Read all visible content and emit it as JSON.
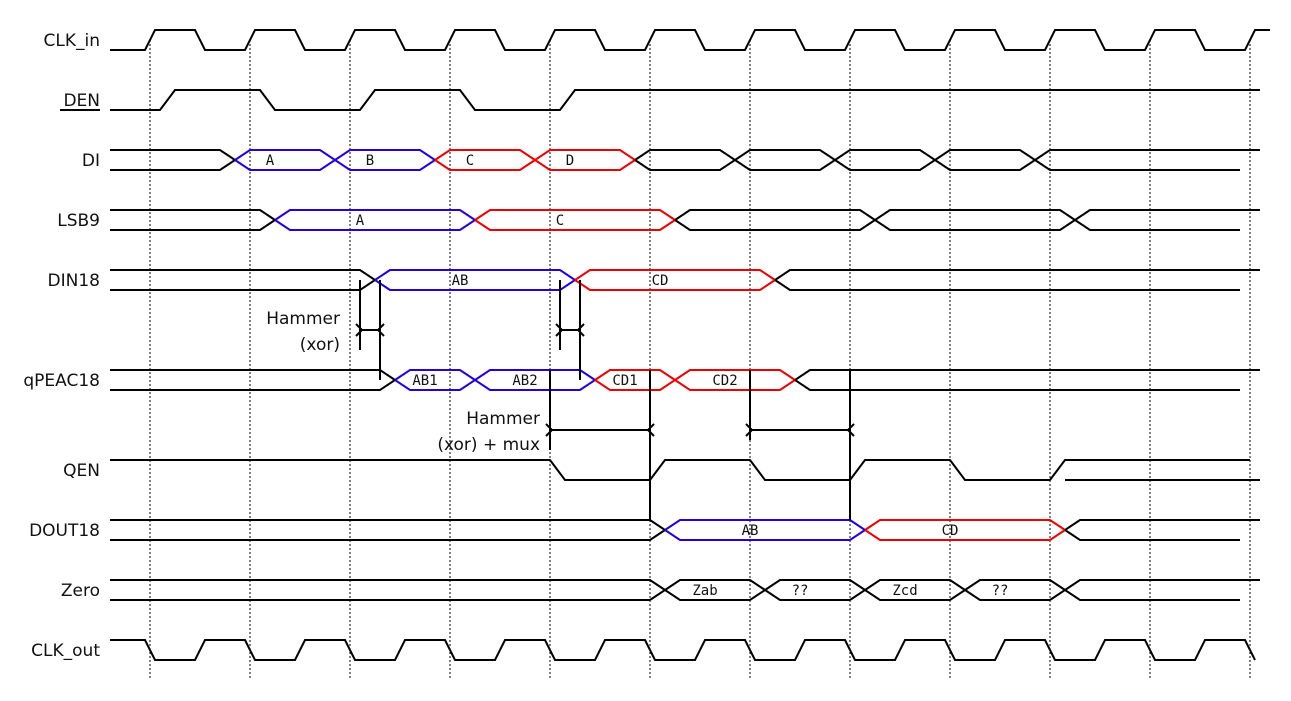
{
  "diagram_title": "",
  "colors": {
    "default": "#000000",
    "blue": "#2200dd",
    "red": "#ee0000"
  },
  "time": {
    "start": 0,
    "end": 11.5,
    "period": 1,
    "grid_ticks": [
      0,
      1,
      2,
      3,
      4,
      5,
      6,
      7,
      8,
      9,
      10,
      11
    ]
  },
  "signals": [
    {
      "id": "clk_in",
      "name": "CLK_in",
      "type": "clock",
      "phase": "rise",
      "underline": false
    },
    {
      "id": "den",
      "name": "DEN",
      "type": "bit",
      "underline": true,
      "transitions": [
        {
          "t": 0.1,
          "v": 1
        },
        {
          "t": 1.1,
          "v": 0
        },
        {
          "t": 2.1,
          "v": 1
        },
        {
          "t": 3.1,
          "v": 0
        },
        {
          "t": 4.1,
          "v": 1
        }
      ],
      "init": 0,
      "end_t": 10.9
    },
    {
      "id": "di",
      "name": "DI",
      "type": "bus",
      "segments": [
        {
          "t0": -0.4,
          "t1": 0.7,
          "label": "",
          "color": "default"
        },
        {
          "t0": 0.7,
          "t1": 1.7,
          "label": "A",
          "color": "blue"
        },
        {
          "t0": 1.7,
          "t1": 2.7,
          "label": "B",
          "color": "blue"
        },
        {
          "t0": 2.7,
          "t1": 3.7,
          "label": "C",
          "color": "red"
        },
        {
          "t0": 3.7,
          "t1": 4.7,
          "label": "D",
          "color": "red"
        },
        {
          "t0": 4.7,
          "t1": 5.7,
          "label": "",
          "color": "default"
        },
        {
          "t0": 5.7,
          "t1": 6.7,
          "label": "",
          "color": "default"
        },
        {
          "t0": 6.7,
          "t1": 7.7,
          "label": "",
          "color": "default"
        },
        {
          "t0": 7.7,
          "t1": 8.7,
          "label": "",
          "color": "default"
        },
        {
          "t0": 8.7,
          "t1": 10.9,
          "label": "",
          "color": "default"
        }
      ]
    },
    {
      "id": "lsb9",
      "name": "LSB9",
      "type": "bus",
      "segments": [
        {
          "t0": -0.4,
          "t1": 1.1,
          "label": "",
          "color": "default"
        },
        {
          "t0": 1.1,
          "t1": 3.1,
          "label": "A",
          "color": "blue"
        },
        {
          "t0": 3.1,
          "t1": 5.1,
          "label": "C",
          "color": "red"
        },
        {
          "t0": 5.1,
          "t1": 7.1,
          "label": "",
          "color": "default"
        },
        {
          "t0": 7.1,
          "t1": 9.1,
          "label": "",
          "color": "default"
        },
        {
          "t0": 9.1,
          "t1": 11.1,
          "label": "",
          "color": "default"
        }
      ]
    },
    {
      "id": "din18",
      "name": "DIN18",
      "type": "bus",
      "segments": [
        {
          "t0": -0.4,
          "t1": 2.1,
          "label": "",
          "color": "default"
        },
        {
          "t0": 2.1,
          "t1": 4.1,
          "label": "AB",
          "color": "blue"
        },
        {
          "t0": 4.1,
          "t1": 6.1,
          "label": "CD",
          "color": "red"
        },
        {
          "t0": 6.1,
          "t1": 11.1,
          "label": "",
          "color": "default"
        }
      ]
    },
    {
      "id": "qpeac18",
      "name": "qPEAC18",
      "type": "bus",
      "segments": [
        {
          "t0": -0.4,
          "t1": 2.3,
          "label": "",
          "color": "default"
        },
        {
          "t0": 2.3,
          "t1": 3.1,
          "label": "AB1",
          "color": "blue"
        },
        {
          "t0": 3.1,
          "t1": 4.3,
          "label": "AB2",
          "color": "blue"
        },
        {
          "t0": 4.3,
          "t1": 5.1,
          "label": "CD1",
          "color": "red"
        },
        {
          "t0": 5.1,
          "t1": 6.3,
          "label": "CD2",
          "color": "red"
        },
        {
          "t0": 6.3,
          "t1": 10.9,
          "label": "",
          "color": "default"
        }
      ]
    },
    {
      "id": "qen",
      "name": "QEN",
      "type": "bit",
      "underline": false,
      "transitions": [
        {
          "t": 4.0,
          "v": 0
        },
        {
          "t": 5.0,
          "v": 1
        },
        {
          "t": 6.0,
          "v": 0
        },
        {
          "t": 7.0,
          "v": 1
        },
        {
          "t": 8.0,
          "v": 0
        },
        {
          "t": 9.0,
          "v": 1
        }
      ],
      "init": 1,
      "end_t": 11.0
    },
    {
      "id": "dout18",
      "name": "DOUT18",
      "type": "bus",
      "segments": [
        {
          "t0": -0.4,
          "t1": 5.0,
          "label": "",
          "color": "default"
        },
        {
          "t0": 5.0,
          "t1": 7.0,
          "label": "AB",
          "color": "blue"
        },
        {
          "t0": 7.0,
          "t1": 9.0,
          "label": "CD",
          "color": "red"
        },
        {
          "t0": 9.0,
          "t1": 11.0,
          "label": "",
          "color": "default"
        }
      ]
    },
    {
      "id": "zero",
      "name": "Zero",
      "type": "bus",
      "segments": [
        {
          "t0": -0.4,
          "t1": 5.0,
          "label": "",
          "color": "default"
        },
        {
          "t0": 5.0,
          "t1": 6.0,
          "label": "Zab",
          "color": "default"
        },
        {
          "t0": 6.0,
          "t1": 7.0,
          "label": "??",
          "color": "default"
        },
        {
          "t0": 7.0,
          "t1": 8.0,
          "label": "Zcd",
          "color": "default"
        },
        {
          "t0": 8.0,
          "t1": 9.0,
          "label": "??",
          "color": "default"
        },
        {
          "t0": 9.0,
          "t1": 10.9,
          "label": "",
          "color": "default"
        }
      ]
    },
    {
      "id": "clk_out",
      "name": "CLK_out",
      "type": "clock",
      "phase": "fall",
      "underline": false
    }
  ],
  "annotations": [
    {
      "id": "hammer-xor",
      "lines": [
        "Hammer",
        "(xor)"
      ]
    },
    {
      "id": "hammer-xor-mux",
      "lines": [
        "Hammer",
        "(xor) + mux"
      ]
    }
  ]
}
